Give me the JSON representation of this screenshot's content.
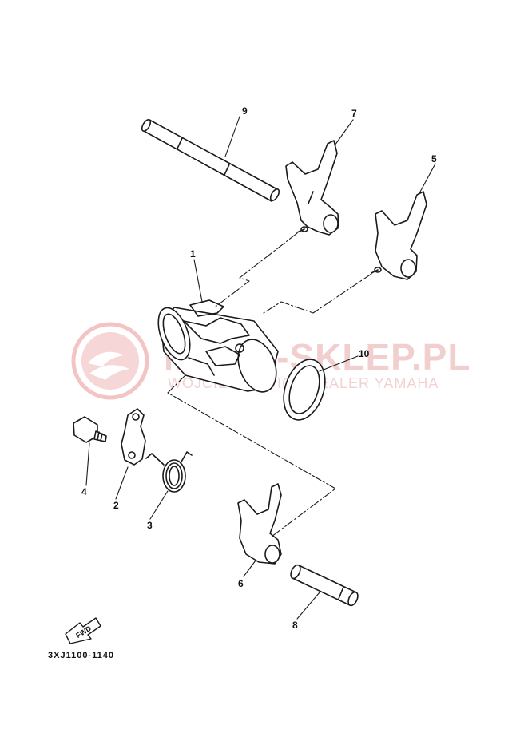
{
  "watermark": {
    "text": "MOTO-SKLEP.PL",
    "subtext": "WOJCIECHOWICZ DEALER YAMAHA",
    "color": "#e8a3a3"
  },
  "diagram": {
    "code": "3XJ1100-1140",
    "fwd_label": "FWD",
    "callouts": [
      "1",
      "2",
      "3",
      "4",
      "5",
      "6",
      "7",
      "8",
      "9",
      "10"
    ]
  },
  "colors": {
    "line": "#1a1a1a",
    "fill": "#ffffff"
  }
}
